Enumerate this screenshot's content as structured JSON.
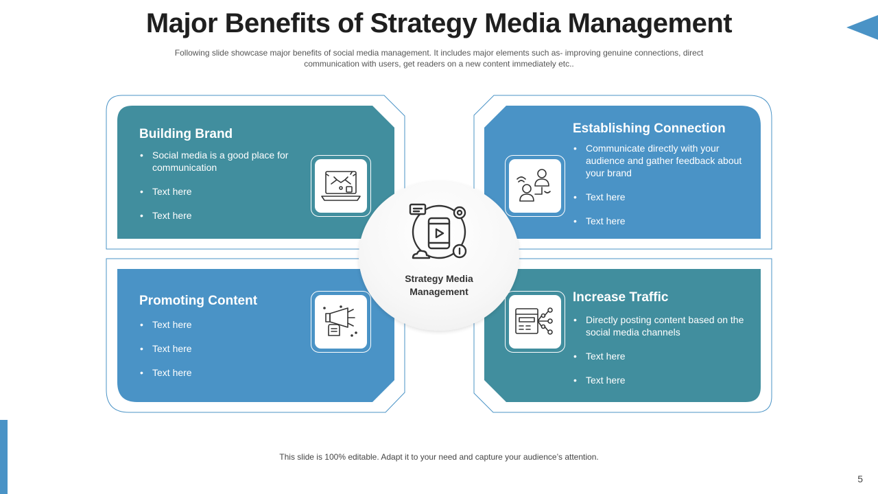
{
  "slide": {
    "title": "Major Benefits of Strategy Media Management",
    "subtitle": "Following slide showcase major benefits of social media management. It includes major elements such as- improving genuine connections, direct communication with users, get readers on a new content immediately etc..",
    "footer": "This slide is 100% editable. Adapt it to your need and capture your audience’s attention.",
    "page_number": "5"
  },
  "center": {
    "label_line1": "Strategy Media",
    "label_line2": "Management",
    "icon": "mobile-video-strategy-icon"
  },
  "cards": [
    {
      "heading": "Building Brand",
      "bullets": [
        "Social media is a good place for communication",
        "Text here",
        "Text here"
      ],
      "icon": "laptop-handshake-icon",
      "color": "#418e9e"
    },
    {
      "heading": "Establishing Connection",
      "bullets": [
        "Communicate directly with your audience and gather feedback about your brand",
        "Text here",
        "Text here"
      ],
      "icon": "user-connection-icon",
      "color": "#4a93c6"
    },
    {
      "heading": "Promoting Content",
      "bullets": [
        "Text here",
        "Text here",
        "Text here"
      ],
      "icon": "megaphone-hand-icon",
      "color": "#4a93c6"
    },
    {
      "heading": "Increase Traffic",
      "bullets": [
        "Directly posting content based on the social media channels",
        "Text here",
        "Text here"
      ],
      "icon": "web-traffic-icon",
      "color": "#418e9e"
    }
  ],
  "colors": {
    "teal": "#418e9e",
    "blue": "#4a93c6",
    "frame": "#4a93c6",
    "accent": "#4a93c6"
  }
}
